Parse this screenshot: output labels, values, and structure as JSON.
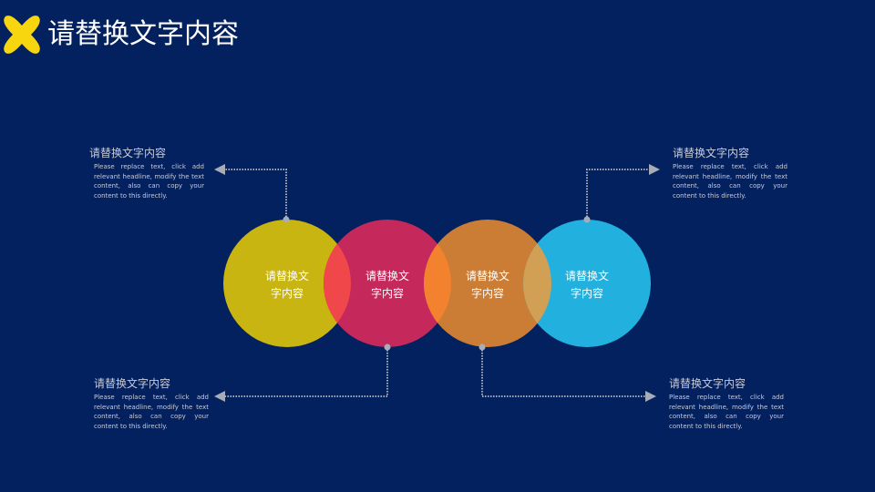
{
  "header": {
    "title": "请替换文字内容",
    "logo_icon": "yellow-x-shape"
  },
  "circles": [
    {
      "label_line1": "请替换文",
      "label_line2": "字内容",
      "color": "#c9b512"
    },
    {
      "label_line1": "请替换文",
      "label_line2": "字内容",
      "color": "#c5285a"
    },
    {
      "label_line1": "请替换文",
      "label_line2": "字内容",
      "color": "#cc7d35"
    },
    {
      "label_line1": "请替换文",
      "label_line2": "字内容",
      "color": "#22b1df"
    }
  ],
  "blocks": [
    {
      "heading": "请替换文字内容",
      "body": "Please replace text, click add relevant headline, modify the text content, also can copy your content to this directly."
    },
    {
      "heading": "请替换文字内容",
      "body": "Please replace text, click add relevant headline, modify the text content, also can copy your content to this directly."
    },
    {
      "heading": "请替换文字内容",
      "body": "Please replace text, click add relevant headline, modify the text content, also can copy your content to this directly."
    },
    {
      "heading": "请替换文字内容",
      "body": "Please replace text, click add relevant headline, modify the text content, also can copy your content to this directly."
    }
  ]
}
